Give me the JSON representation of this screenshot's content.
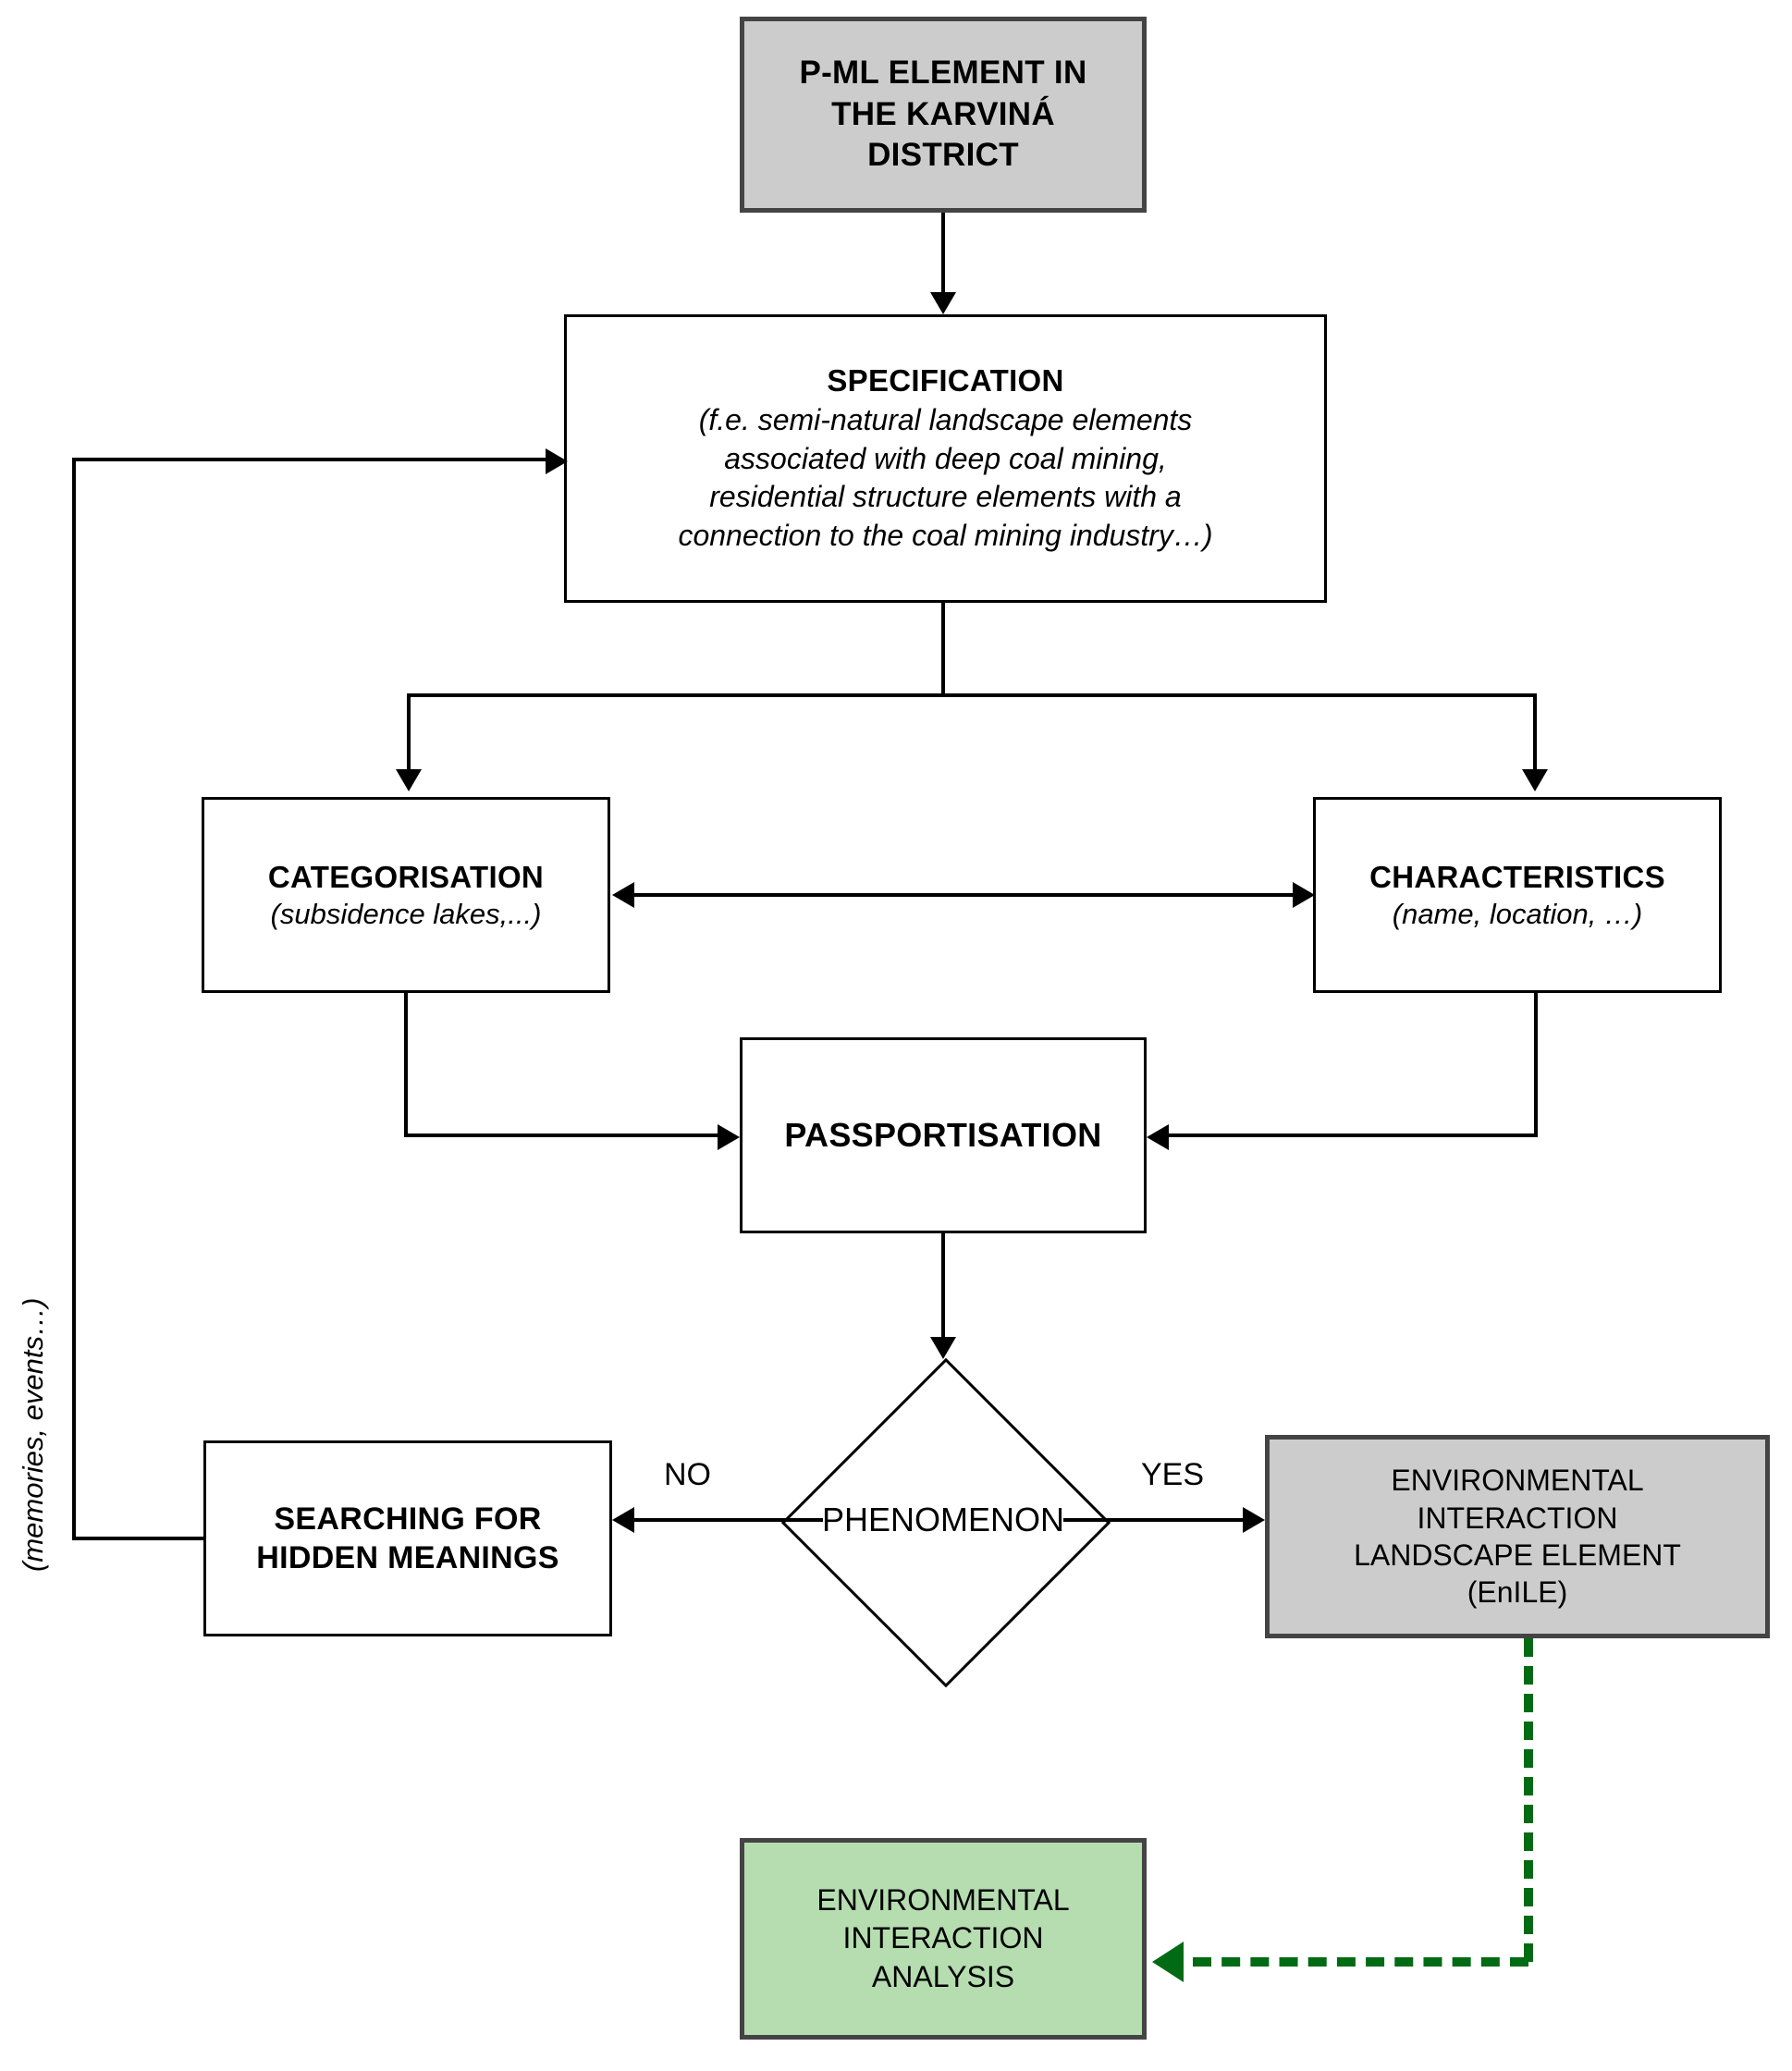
{
  "diagram": {
    "title": "P-ML element assessment flowchart",
    "colors": {
      "gray_fill": "#cccccc",
      "green_fill": "#b5ddb0",
      "green_stroke": "#006b14",
      "outline": "#000000"
    },
    "nodes": {
      "pml": {
        "title": "P-ML ELEMENT IN THE KARVINÁ DISTRICT",
        "line1": "P-ML ELEMENT IN",
        "line2": "THE KARVINÁ",
        "line3": "DISTRICT"
      },
      "specification": {
        "title": "SPECIFICATION",
        "sub_line1": "(f.e. semi-natural landscape elements",
        "sub_line2": "associated with deep coal mining,",
        "sub_line3": "residential structure elements with a",
        "sub_line4": "connection to the coal mining industry…)"
      },
      "categorisation": {
        "title": "CATEGORISATION",
        "sub": "(subsidence lakes,...)"
      },
      "characteristics": {
        "title": "CHARACTERISTICS",
        "sub": "(name, location, …)"
      },
      "passportisation": {
        "title": "PASSPORTISATION"
      },
      "decision": {
        "title": "PHENOMENON"
      },
      "searching": {
        "line1": "SEARCHING FOR",
        "line2": "HIDDEN MEANINGS"
      },
      "enile": {
        "line1": "ENVIRONMENTAL",
        "line2": "INTERACTION",
        "line3": "LANDSCAPE ELEMENT",
        "line4": "(EnILE)"
      },
      "analysis": {
        "line1": "ENVIRONMENTAL",
        "line2": "INTERACTION",
        "line3": "ANALYSIS"
      }
    },
    "edge_labels": {
      "no": "NO",
      "yes": "YES",
      "feedback": "(memories, events…)"
    }
  }
}
